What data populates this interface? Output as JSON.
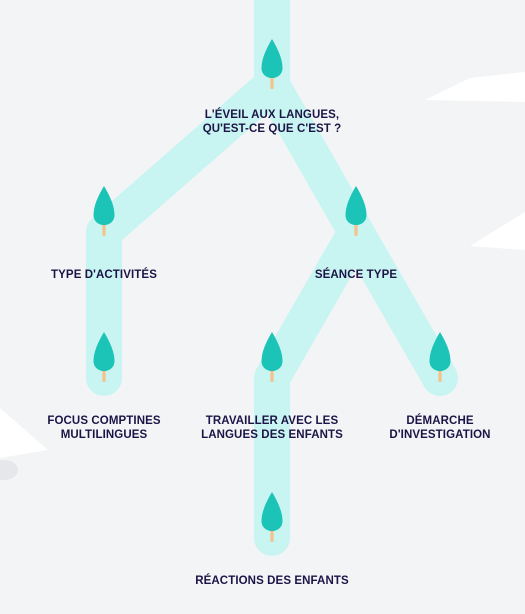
{
  "colors": {
    "background": "#f3f4f6",
    "path": "#c8f5f2",
    "tree_crown": "#1cc4b8",
    "tree_trunk": "#f2c48e",
    "label_text": "#1c1446",
    "decoration": "#ffffff"
  },
  "icon": "tree-icon",
  "nodes": [
    {
      "id": "root",
      "lines": [
        "L'ÉVEIL AUX LANGUES,",
        "QU'EST-CE QUE C'EST ?"
      ]
    },
    {
      "id": "activites",
      "lines": [
        "TYPE D'ACTIVITÉS"
      ]
    },
    {
      "id": "seance",
      "lines": [
        "SÉANCE TYPE"
      ]
    },
    {
      "id": "comptines",
      "lines": [
        "FOCUS COMPTINES",
        "MULTILINGUES"
      ]
    },
    {
      "id": "langues",
      "lines": [
        "TRAVAILLER AVEC LES",
        "LANGUES DES ENFANTS"
      ]
    },
    {
      "id": "demarche",
      "lines": [
        "DÉMARCHE",
        "D'INVESTIGATION"
      ]
    },
    {
      "id": "reactions",
      "lines": [
        "RÉACTIONS DES ENFANTS"
      ]
    }
  ]
}
